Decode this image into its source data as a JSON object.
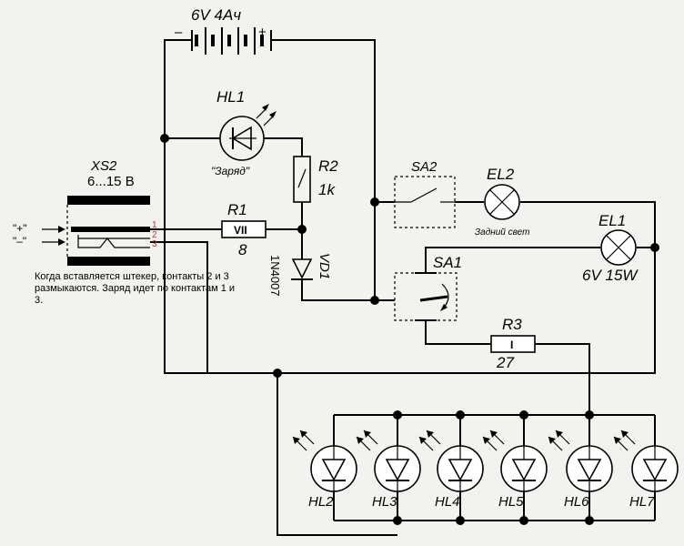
{
  "battery": {
    "label": "6V 4Ач",
    "minus": "–",
    "plus": "+"
  },
  "hl1": {
    "ref": "HL1",
    "caption": "\"Заряд\""
  },
  "r2": {
    "ref": "R2",
    "value": "1k"
  },
  "xs2": {
    "ref": "XS2",
    "range": "6...15 В",
    "plus_in": "\"+\"",
    "minus_in": "\"–\"",
    "pins": [
      "1",
      "2",
      "3"
    ]
  },
  "r1": {
    "ref": "R1",
    "marking": "VII",
    "value": "8"
  },
  "vd1": {
    "ref": "VD1",
    "part": "1N4007"
  },
  "sa2": {
    "ref": "SA2"
  },
  "el2": {
    "ref": "EL2",
    "caption": "Задний свет"
  },
  "el1": {
    "ref": "EL1",
    "rating": "6V 15W"
  },
  "sa1": {
    "ref": "SA1"
  },
  "r3": {
    "ref": "R3",
    "marking": "I",
    "value": "27"
  },
  "leds": [
    "HL2",
    "HL3",
    "HL4",
    "HL5",
    "HL6",
    "HL7"
  ],
  "note": "Когда вставляется штекер, контакты 2 и 3 размыкаются. Заряд идет по контактам 1 и 3.",
  "colors": {
    "background": "#f2f3ee",
    "line": "#000000",
    "pin_marks": "#cc3333"
  }
}
